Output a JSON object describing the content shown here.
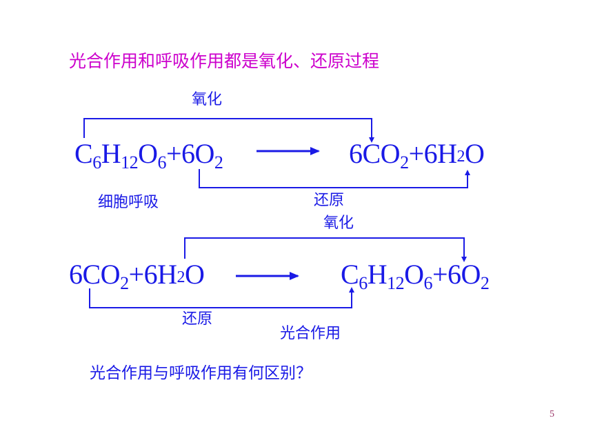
{
  "slide": {
    "title": "光合作用和呼吸作用都是氧化、还原过程",
    "respiration": {
      "oxidation_label": "氧化",
      "reduction_label": "还原",
      "process_label": "细胞呼吸",
      "reactants": {
        "c": "C",
        "c_sub": "6",
        "h": "H",
        "h_sub": "12",
        "o": "O",
        "o_sub": "6",
        "plus1": "+",
        "coef": "6",
        "o2": "O",
        "o2_sub": "2"
      },
      "products": {
        "coef1": "6",
        "co2": "CO",
        "co2_sub": "2",
        "plus": "+",
        "coef2": "6",
        "h2o_h": "H",
        "h2o_2": "2",
        "h2o_o": "O"
      }
    },
    "photosynthesis": {
      "oxidation_label": "氧化",
      "reduction_label": "还原",
      "process_label": "光合作用",
      "reactants": {
        "coef1": "6",
        "co2": "CO",
        "co2_sub": "2",
        "plus": "+",
        "coef2": "6",
        "h2o_h": "H",
        "h2o_2": "2",
        "h2o_o": "O"
      },
      "products": {
        "c": "C",
        "c_sub": "6",
        "h": "H",
        "h_sub": "12",
        "o": "O",
        "o_sub": "6",
        "plus1": "+",
        "coef": "6",
        "o2": "O",
        "o2_sub": "2"
      }
    },
    "question": "光合作用与呼吸作用有何区别？",
    "page_number": "5",
    "colors": {
      "title": "#cc00cc",
      "body": "#1a1ae6",
      "page_number": "#993366"
    }
  }
}
